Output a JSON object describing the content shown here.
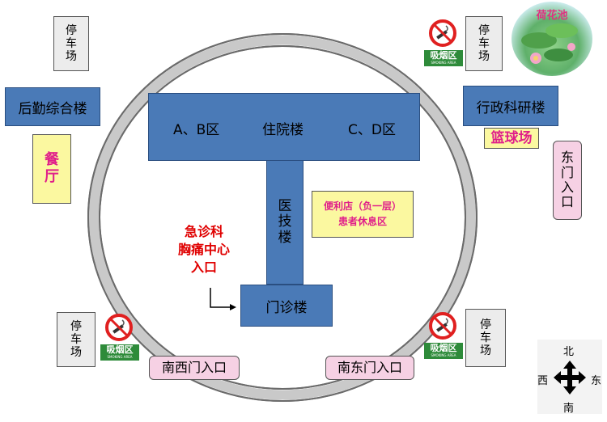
{
  "buildings": {
    "inpatient_left": "A、B区",
    "inpatient_center": "住院楼",
    "inpatient_right": "C、D区",
    "tech_building": [
      "医",
      "技",
      "楼"
    ],
    "outpatient": "门诊楼",
    "logistics": "后勤综合楼",
    "admin": "行政科研楼"
  },
  "facilities": {
    "canteen": [
      "餐",
      "厅"
    ],
    "basketball": "篮球场",
    "store_line1": "便利店（负一层）",
    "store_line2": "患者休息区",
    "lotus_pond": "荷花池"
  },
  "parking": [
    "停",
    "车",
    "场"
  ],
  "emergency": [
    "急诊科",
    "胸痛中心",
    "入口"
  ],
  "gates": {
    "east": [
      "东",
      "门",
      "入",
      "口"
    ],
    "southwest": "南西门入口",
    "southeast": "南东门入口"
  },
  "smoking_area": {
    "label": "吸烟区",
    "sub": "SMOKING AREA"
  },
  "compass": {
    "north": "北",
    "south": "南",
    "west": "西",
    "east": "东"
  },
  "colors": {
    "building": "#4a7ab7",
    "yellow": "#fbf8a0",
    "pink": "#f6d1e4",
    "emergency_text": "#e00000",
    "pink_text": "#e0208a"
  }
}
